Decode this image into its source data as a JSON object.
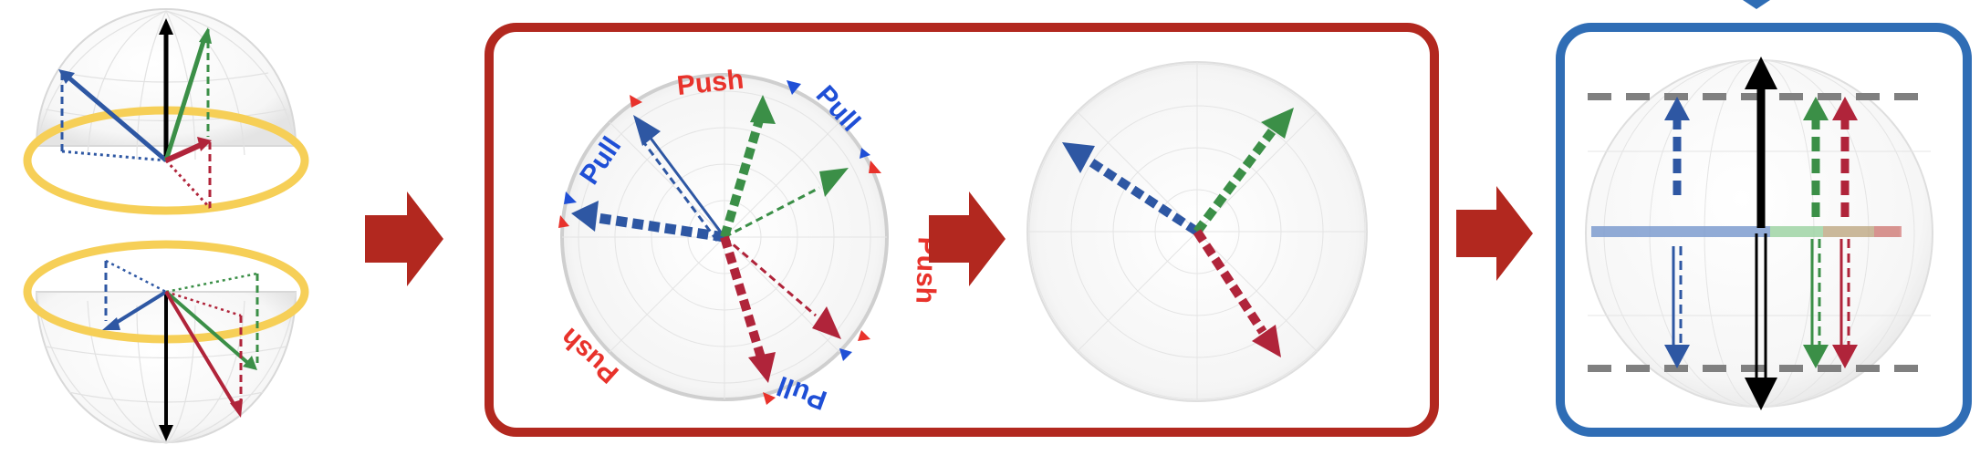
{
  "labels": {
    "push_top": "Push",
    "pull_top_left": "Pull",
    "pull_top_right": "Pull",
    "push_right": "Push",
    "push_bottom_left": "Push",
    "pull_bottom_right": "Pull"
  },
  "colors": {
    "accent_red_box": "#b2281f",
    "accent_blue_box": "#2f6db5",
    "arrow_blue": "#2e57a3",
    "arrow_green": "#3b8f47",
    "arrow_red": "#b0243a",
    "ring_yellow": "#f6cf57",
    "label_red": "#e8322b",
    "label_blue": "#1f4fd6",
    "flow_arrow": "#b2281f"
  },
  "icons": {
    "flow_arrow_1": "right-arrow-icon",
    "flow_arrow_2": "right-arrow-icon",
    "flow_arrow_3": "right-arrow-icon"
  }
}
